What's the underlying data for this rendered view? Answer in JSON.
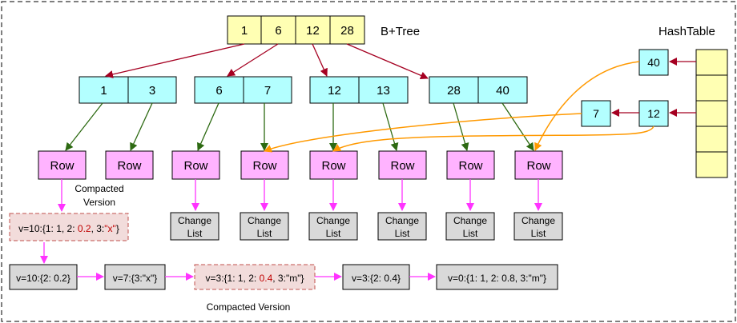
{
  "colors": {
    "root": "#FFFFB3",
    "inner": "#B3FFFF",
    "hash": "#FFFFB3",
    "row": "#FFB3FF",
    "list": "#D9D9D9",
    "compacted_bg": "#F2DCDB",
    "compacted_border": "#C0504D",
    "arrow_red": "#A50021",
    "arrow_green": "#2D6A12",
    "arrow_orange": "#FF9900",
    "arrow_magenta": "#FF33FF",
    "highlight_red": "#C00000"
  },
  "btree": {
    "title": "B+Tree",
    "root_keys": [
      "1",
      "6",
      "12",
      "28"
    ],
    "inner_nodes": [
      {
        "keys": [
          "1",
          "3"
        ]
      },
      {
        "keys": [
          "6",
          "7"
        ]
      },
      {
        "keys": [
          "12",
          "13"
        ]
      },
      {
        "keys": [
          "28",
          "40"
        ]
      }
    ]
  },
  "hashtable": {
    "title": "HashTable",
    "entries": [
      "40",
      "7",
      "12"
    ]
  },
  "rows": {
    "label": "Row",
    "count": 8
  },
  "change_list": {
    "line1": "Change",
    "line2": "List"
  },
  "compacted_top": {
    "caption_line1": "Compacted",
    "caption_line2": "Version",
    "parts": [
      {
        "text": "v=10:{1: 1, 2: ",
        "red": false
      },
      {
        "text": "0.2",
        "red": true
      },
      {
        "text": ", 3:",
        "red": false
      },
      {
        "text": "\"x\"",
        "red": true
      },
      {
        "text": "}",
        "red": false
      }
    ]
  },
  "versions": [
    {
      "parts": [
        {
          "text": "v=10:{2: 0.2}",
          "red": false
        }
      ]
    },
    {
      "parts": [
        {
          "text": "v=7:{3:\"x\"}",
          "red": false
        }
      ]
    },
    {
      "parts": [
        {
          "text": "v=3:{1: 1, 2: ",
          "red": false
        },
        {
          "text": "0.4",
          "red": true
        },
        {
          "text": ", 3:\"m\"}",
          "red": false
        }
      ]
    },
    {
      "parts": [
        {
          "text": "v=3:{2: 0.4}",
          "red": false
        }
      ]
    },
    {
      "parts": [
        {
          "text": "v=0:{1: 1, 2: 0.8, 3:\"m\"}",
          "red": false
        }
      ]
    }
  ],
  "compacted_bottom_caption": "Compacted Version"
}
